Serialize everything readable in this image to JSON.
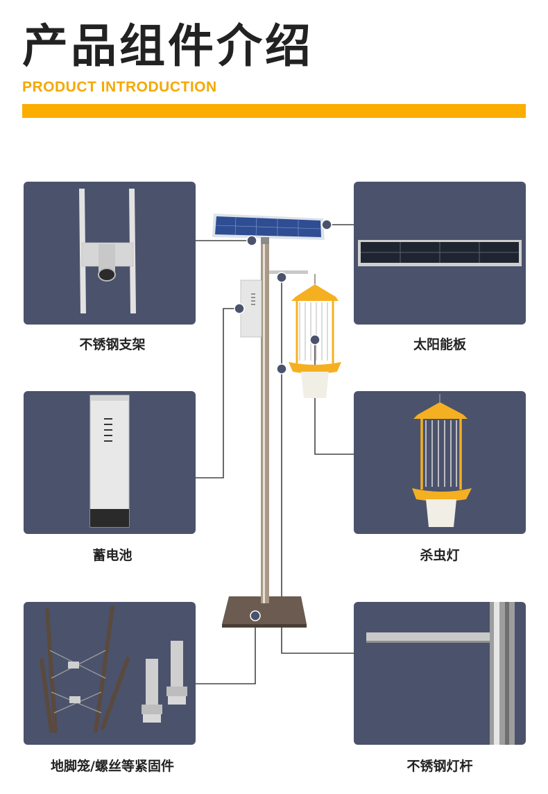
{
  "header": {
    "title_cn": "产品组件介绍",
    "title_en": "PRODUCT INTRODUCTION"
  },
  "components": {
    "bracket": "不锈钢支架",
    "solar_panel": "太阳能板",
    "battery": "蓄电池",
    "insect_lamp": "杀虫灯",
    "fasteners": "地脚笼/螺丝等紧固件",
    "pole": "不锈钢灯杆"
  },
  "colors": {
    "card_bg": "#4b526c",
    "accent": "#fbad00",
    "lamp_yellow": "#f5b021"
  }
}
